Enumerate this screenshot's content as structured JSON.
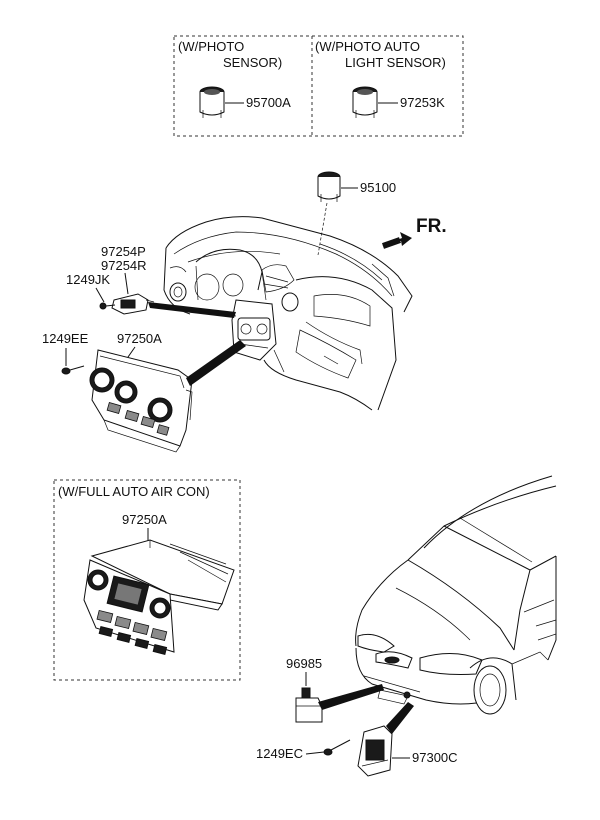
{
  "top_box": {
    "left_title_line1": "(W/PHOTO",
    "left_title_line2": "SENSOR)",
    "right_title_line1": "(W/PHOTO  AUTO",
    "right_title_line2": "LIGHT SENSOR)",
    "left_part": "95700A",
    "right_part": "97253K"
  },
  "main": {
    "sensor_part": "95100",
    "front_label": "FR.",
    "part_97254p": "97254P",
    "part_97254r": "97254R",
    "part_1249jk": "1249JK",
    "part_1249ee": "1249EE",
    "part_97250a": "97250A"
  },
  "auto_box": {
    "title": "(W/FULL AUTO AIR CON)",
    "part": "97250A"
  },
  "car_area": {
    "part_96985": "96985",
    "part_1249ec": "1249EC",
    "part_97300c": "97300C"
  }
}
